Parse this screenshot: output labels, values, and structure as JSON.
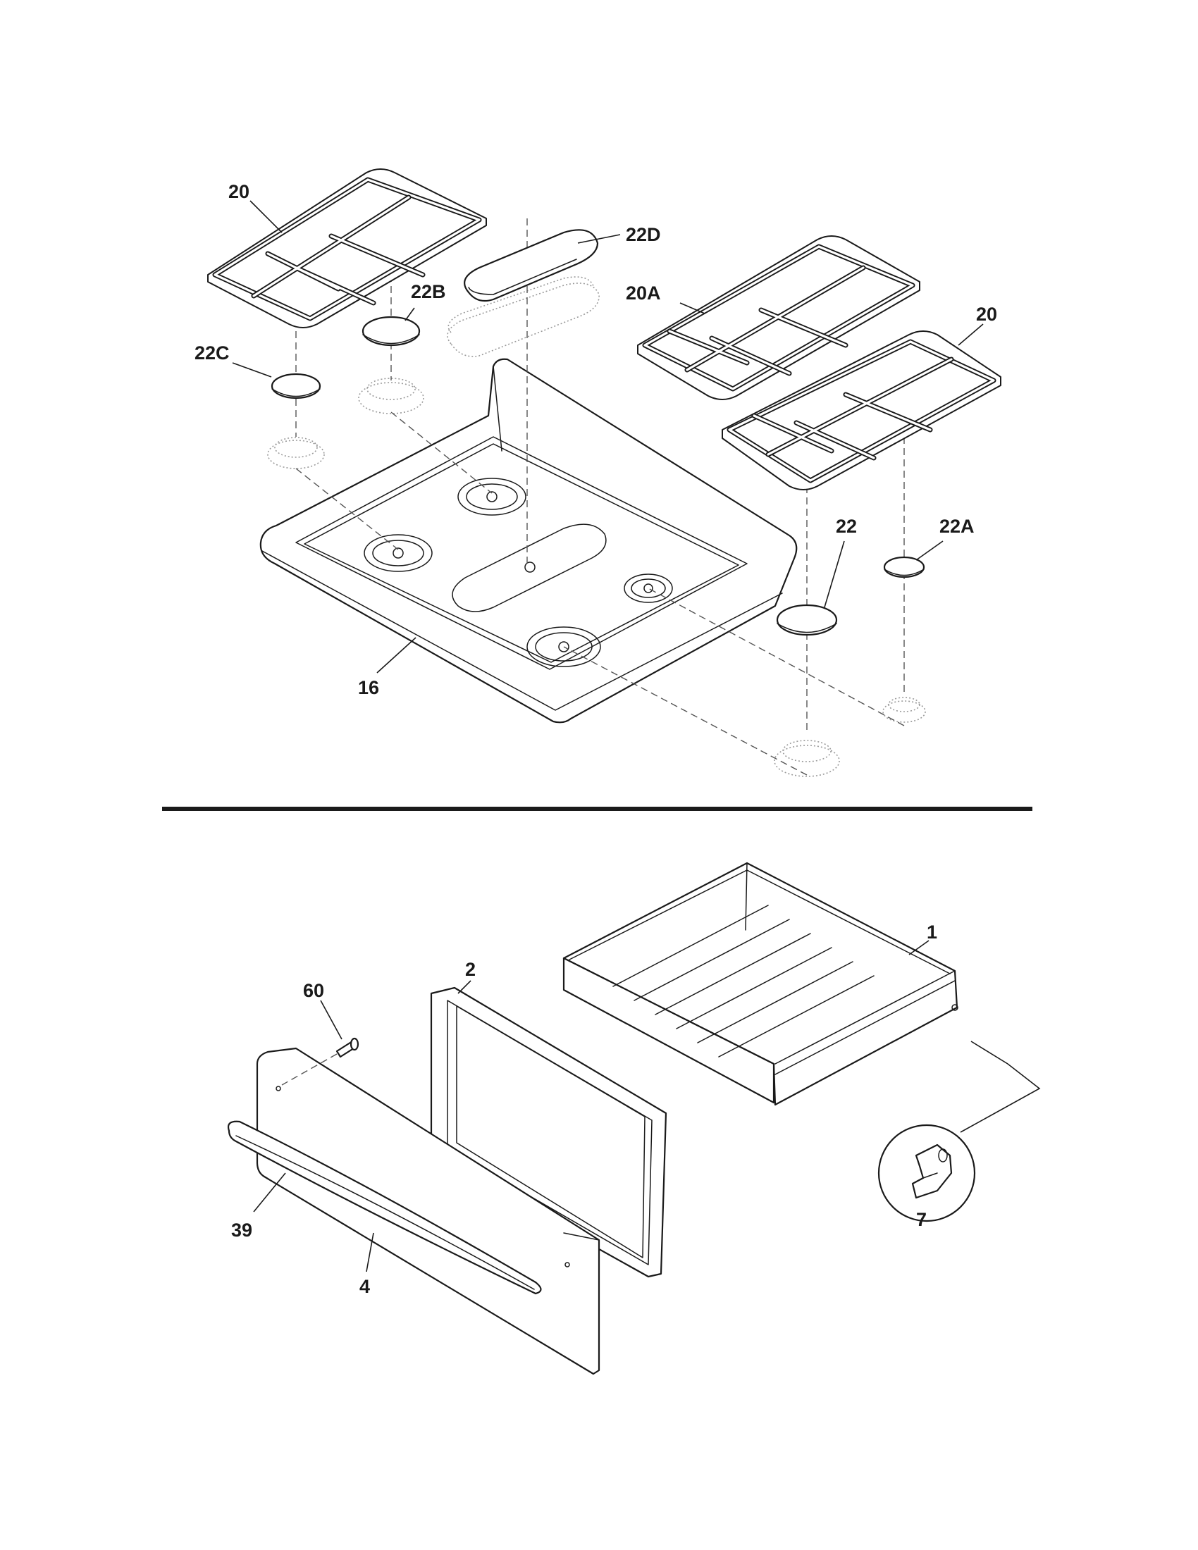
{
  "callouts": {
    "grate_left": "20",
    "cap_22d": "22D",
    "cap_22b": "22B",
    "cap_22c": "22C",
    "grate_20a": "20A",
    "grate_right": "20",
    "cap_22": "22",
    "cap_22a": "22A",
    "cooktop": "16",
    "drawer_body": "1",
    "drawer_panel": "2",
    "screw": "60",
    "handle": "39",
    "drawer_front": "4",
    "clip": "7"
  }
}
